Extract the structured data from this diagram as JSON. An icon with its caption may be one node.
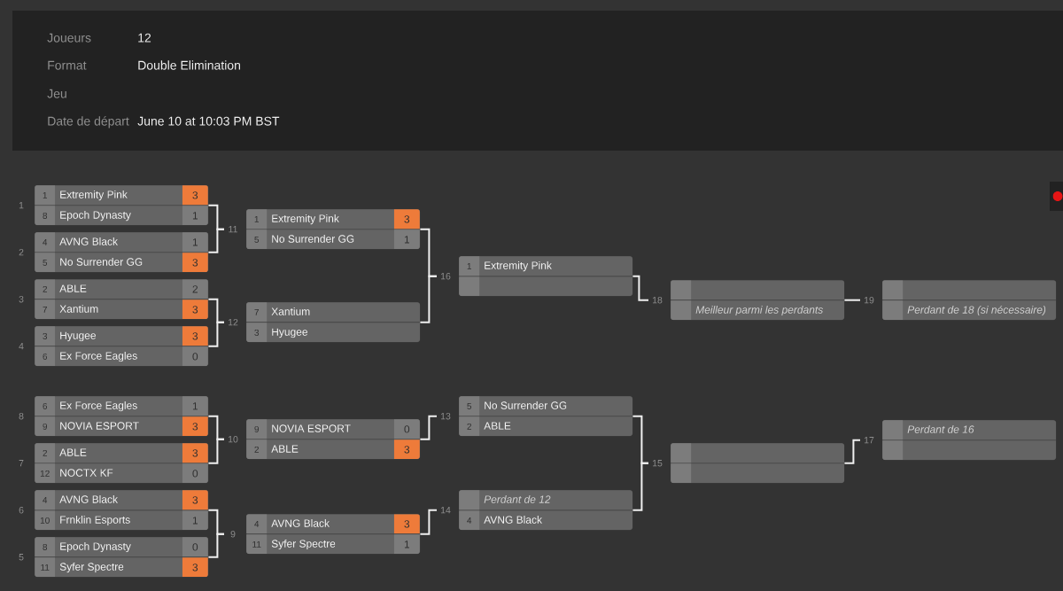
{
  "diagram": {
    "nodes": [
      {
        "text": [],
        "shape": "box",
        "beside": [
          "1"
        ]
      },
      {
        "text": [
          "1",
          "Extremity Pink",
          "3"
        ],
        "in": 0
      },
      {
        "text": [
          "8",
          "Epoch Dynasty",
          "1"
        ],
        "in": 0
      },
      {
        "text": [],
        "shape": "box",
        "beside": [
          "2"
        ]
      },
      {
        "text": [
          "4",
          "AVNG Black",
          "1"
        ],
        "in": 3
      },
      {
        "text": [
          "5",
          "No Surrender GG",
          "3"
        ],
        "in": 3
      },
      {
        "text": [],
        "shape": "box",
        "beside": [
          "3"
        ]
      },
      {
        "text": [
          "2",
          "ABLE",
          "2"
        ],
        "in": 6
      },
      {
        "text": [
          "7",
          "Xantium",
          "3"
        ],
        "in": 6
      },
      {
        "text": [],
        "shape": "box",
        "beside": [
          "4"
        ]
      },
      {
        "text": [
          "3",
          "Hyugee",
          "3"
        ],
        "in": 9
      },
      {
        "text": [
          "6",
          "Ex Force Eagles",
          "0"
        ],
        "in": 9
      },
      {
        "text": [],
        "shape": "box",
        "beside": [
          "11"
        ]
      },
      {
        "text": [
          "1",
          "Extremity Pink",
          "3"
        ],
        "in": 12
      },
      {
        "text": [
          "5",
          "No Surrender GG",
          "1"
        ],
        "in": 12
      },
      {
        "text": [],
        "shape": "box",
        "beside": [
          "12"
        ]
      },
      {
        "text": [
          "7",
          "Xantium"
        ],
        "in": 15
      },
      {
        "text": [
          "3",
          "Hyugee"
        ],
        "in": 15
      },
      {
        "text": [],
        "shape": "box",
        "beside": [
          "16"
        ]
      },
      {
        "text": [
          "1",
          "Extremity Pink"
        ],
        "in": 18
      },
      {
        "text": [],
        "shape": "box",
        "in": 18
      },
      {
        "text": [],
        "shape": "box",
        "beside": [
          "18"
        ]
      },
      {
        "text": [],
        "shape": "box",
        "in": 21
      },
      {
        "text": [
          "Meilleur parmi les perdants"
        ],
        "in": 21
      },
      {
        "text": [],
        "shape": "box",
        "beside": [
          "19"
        ]
      },
      {
        "text": [],
        "shape": "box",
        "in": 24
      },
      {
        "text": [
          "Perdant de 18 (si nécessaire)"
        ],
        "in": 24
      },
      {
        "text": [],
        "shape": "box",
        "beside": [
          "8"
        ]
      },
      {
        "text": [
          "6",
          "Ex Force Eagles",
          "1"
        ],
        "in": 27
      },
      {
        "text": [
          "9",
          "NOVIA ESPORT",
          "3"
        ],
        "in": 27
      },
      {
        "text": [],
        "shape": "box",
        "beside": [
          "7"
        ]
      },
      {
        "text": [
          "2",
          "ABLE",
          "3"
        ],
        "in": 30
      },
      {
        "text": [
          "12",
          "NOCTX KF",
          "0"
        ],
        "in": 30
      },
      {
        "text": [],
        "shape": "box",
        "beside": [
          "6"
        ]
      },
      {
        "text": [
          "4",
          "AVNG Black",
          "3"
        ],
        "in": 33
      },
      {
        "text": [
          "10",
          "Frnklin Esports",
          "1"
        ],
        "in": 33
      },
      {
        "text": [],
        "shape": "box",
        "beside": [
          "5"
        ]
      },
      {
        "text": [
          "8",
          "Epoch Dynasty",
          "0"
        ],
        "in": 36
      },
      {
        "text": [
          "11",
          "Syfer Spectre",
          "3"
        ],
        "in": 36
      },
      {
        "text": [],
        "shape": "box",
        "beside": [
          "10"
        ]
      },
      {
        "text": [
          "9",
          "NOVIA ESPORT",
          "0"
        ],
        "in": 39
      },
      {
        "text": [
          "2",
          "ABLE",
          "3"
        ],
        "in": 39
      },
      {
        "text": [],
        "shape": "box",
        "beside": [
          "9"
        ]
      },
      {
        "text": [
          "4",
          "AVNG Black",
          "3"
        ],
        "in": 42
      },
      {
        "text": [
          "11",
          "Syfer Spectre",
          "1"
        ],
        "in": 42
      },
      {
        "text": [],
        "shape": "box",
        "beside": [
          "13"
        ]
      },
      {
        "text": [
          "5",
          "No Surrender GG"
        ],
        "in": 45
      },
      {
        "text": [
          "2",
          "ABLE"
        ],
        "in": 45
      },
      {
        "text": [],
        "shape": "box",
        "beside": [
          "14"
        ]
      },
      {
        "text": [
          "Perdant de 12"
        ],
        "in": 48
      },
      {
        "text": [
          "4",
          "AVNG Black"
        ],
        "in": 48
      },
      {
        "text": [],
        "shape": "box",
        "beside": [
          "15"
        ]
      },
      {
        "text": [],
        "shape": "box",
        "in": 51
      },
      {
        "text": [],
        "shape": "box",
        "in": 51
      },
      {
        "text": [],
        "shape": "box",
        "beside": [
          "17"
        ]
      },
      {
        "text": [
          "Perdant de 16"
        ],
        "in": 54
      },
      {
        "text": [],
        "shape": "box",
        "in": 54
      }
    ],
    "edges": [
      {
        "from": 0,
        "to": 12,
        "arrow": "none"
      },
      {
        "from": 3,
        "to": 12,
        "arrow": "none"
      },
      {
        "from": 6,
        "to": 15,
        "arrow": "none"
      },
      {
        "from": 9,
        "to": 15,
        "arrow": "none"
      },
      {
        "from": 12,
        "to": 18,
        "arrow": "none"
      },
      {
        "from": 15,
        "to": 18,
        "arrow": "none"
      },
      {
        "from": 18,
        "to": 21,
        "arrow": "none"
      },
      {
        "from": 21,
        "to": 24,
        "arrow": "none"
      },
      {
        "from": 27,
        "to": 39,
        "arrow": "none"
      },
      {
        "from": 30,
        "to": 39,
        "arrow": "none"
      },
      {
        "from": 33,
        "to": 42,
        "arrow": "none"
      },
      {
        "from": 36,
        "to": 42,
        "arrow": "none"
      },
      {
        "from": 39,
        "to": 45,
        "arrow": "none"
      },
      {
        "from": 42,
        "to": 48,
        "arrow": "none"
      },
      {
        "from": 45,
        "to": 51,
        "arrow": "none"
      },
      {
        "from": 48,
        "to": 51,
        "arrow": "none"
      },
      {
        "from": 51,
        "to": 54,
        "arrow": "none"
      }
    ],
    "labels": [
      "Joueurs",
      "12",
      "Format",
      "Double Elimination",
      "Jeu",
      "Date de départ",
      "June 10 at 10:03 PM BST"
    ]
  }
}
